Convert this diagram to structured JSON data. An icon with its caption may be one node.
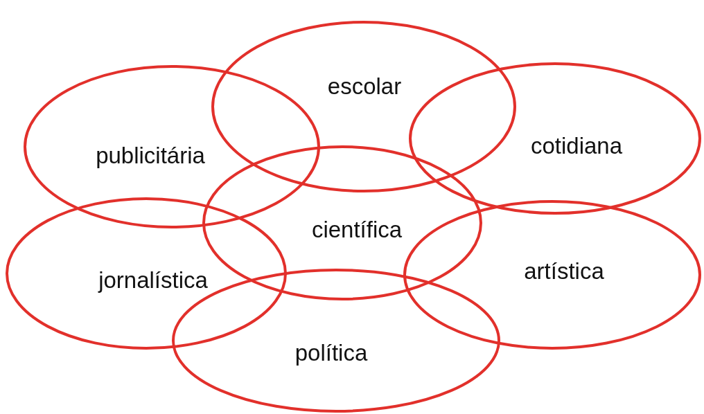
{
  "diagram": {
    "nodes": [
      {
        "text": [
          "escolar"
        ]
      },
      {
        "text": [
          "publicitária"
        ]
      },
      {
        "text": [
          "cotidiana"
        ]
      },
      {
        "text": [
          "científica"
        ]
      },
      {
        "text": [
          "jornalística"
        ]
      },
      {
        "text": [
          "artística"
        ]
      },
      {
        "text": [
          "política"
        ]
      }
    ]
  }
}
